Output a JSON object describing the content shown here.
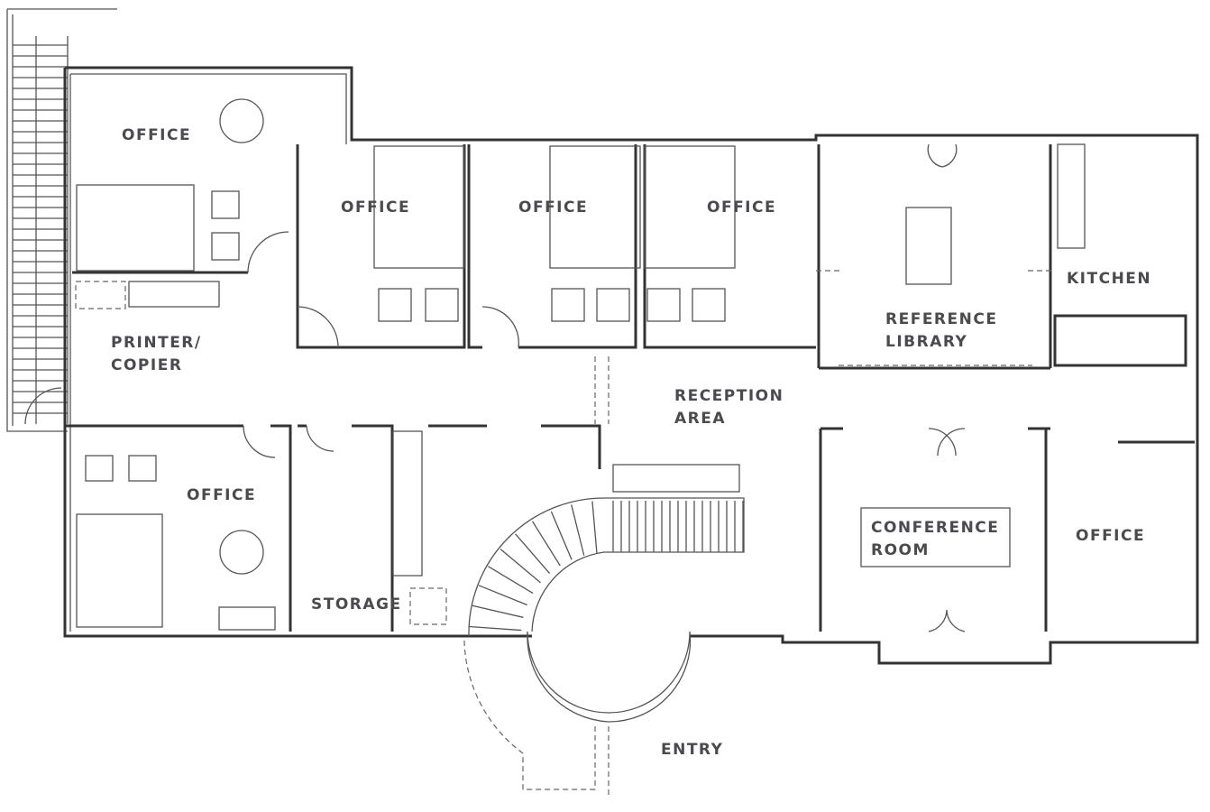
{
  "plan": {
    "rooms": [
      {
        "name": "office-northwest",
        "lines": [
          "OFFICE"
        ]
      },
      {
        "name": "office-north-1",
        "lines": [
          "OFFICE"
        ]
      },
      {
        "name": "office-north-2",
        "lines": [
          "OFFICE"
        ]
      },
      {
        "name": "office-north-3",
        "lines": [
          "OFFICE"
        ]
      },
      {
        "name": "reference-library",
        "lines": [
          "REFERENCE",
          "LIBRARY"
        ]
      },
      {
        "name": "kitchen",
        "lines": [
          "KITCHEN"
        ]
      },
      {
        "name": "printer-copier",
        "lines": [
          "PRINTER/",
          "COPIER"
        ]
      },
      {
        "name": "reception-area",
        "lines": [
          "RECEPTION",
          "AREA"
        ]
      },
      {
        "name": "office-southwest",
        "lines": [
          "OFFICE"
        ]
      },
      {
        "name": "storage",
        "lines": [
          "STORAGE"
        ]
      },
      {
        "name": "conference-room",
        "lines": [
          "CONFERENCE",
          "ROOM"
        ]
      },
      {
        "name": "office-east",
        "lines": [
          "OFFICE"
        ]
      },
      {
        "name": "entry",
        "lines": [
          "ENTRY"
        ]
      }
    ]
  }
}
